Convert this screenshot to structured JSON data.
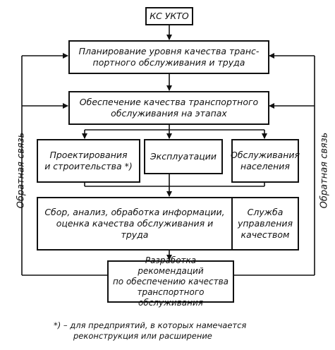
{
  "boxes": {
    "top": "КС УКТО",
    "planning_line1": "Планирование уровня качества транс-",
    "planning_line2": "портного обслуживания и труда",
    "quality_line1": "Обеспечение качества транспортного",
    "quality_line2": "обслуживания на этапах",
    "design_line1": "Проектирования",
    "design_line2": "и строительства *)",
    "operation": "Эксплуатации",
    "service_line1": "Обслуживания",
    "service_line2": "населения",
    "collect_line1": "Сбор, анализ, обработка информации,",
    "collect_line2": "оценка качества обслуживания и",
    "collect_line3": "труда",
    "mgmt_line1": "Служба",
    "mgmt_line2": "управления",
    "mgmt_line3": "качеством",
    "recommend_line1": "Разработка рекомендаций",
    "recommend_line2": "по обеспечению качества",
    "recommend_line3": "транспортного обслуживания"
  },
  "labels": {
    "feedback_left": "Обратная связь",
    "feedback_right": "Обратная связь"
  },
  "footnote": {
    "line1": "*) – для предприятий, в которых намечается",
    "line2": "реконструкция или расширение"
  }
}
